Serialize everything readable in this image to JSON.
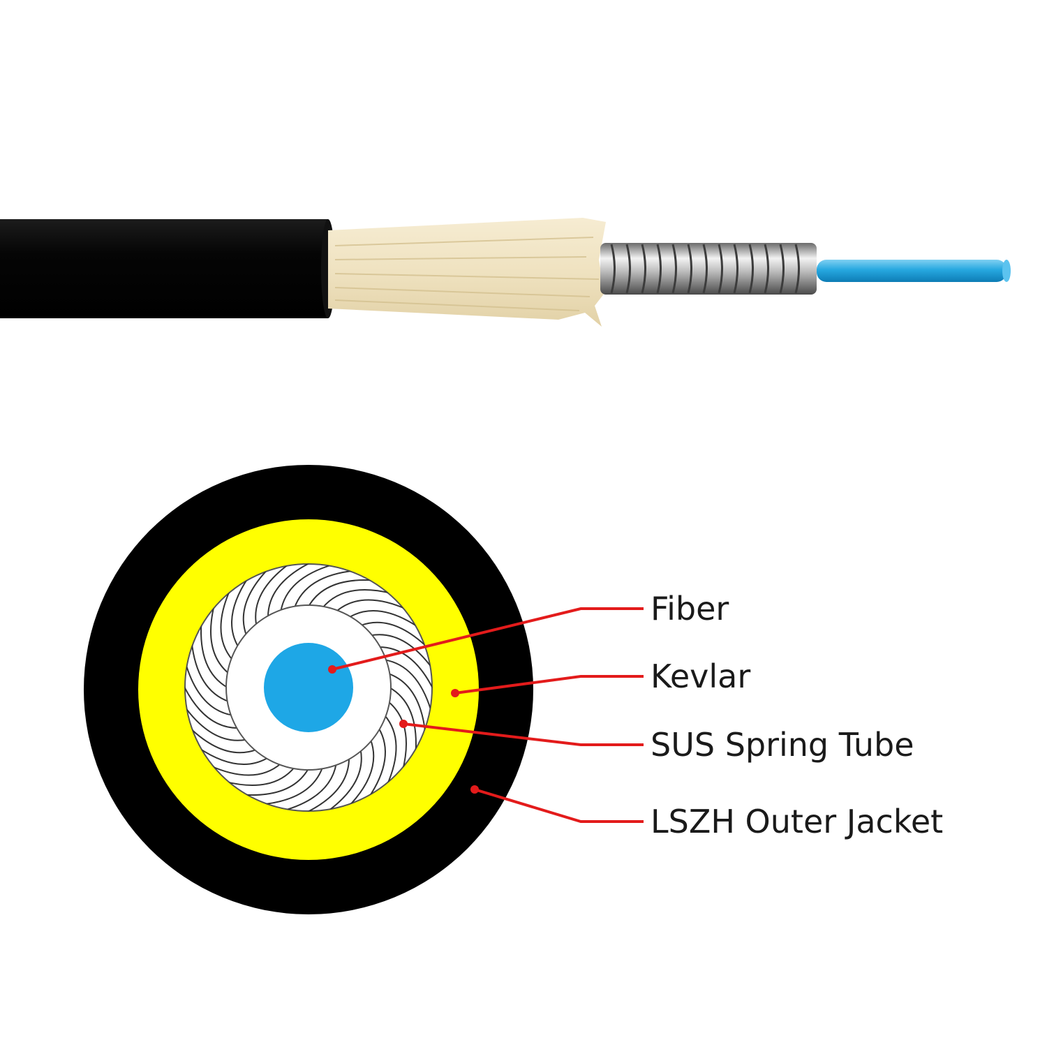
{
  "labels": [
    {
      "id": "fiber",
      "text": "Fiber"
    },
    {
      "id": "kevlar",
      "text": "Kevlar"
    },
    {
      "id": "spring",
      "text": "SUS Spring Tube"
    },
    {
      "id": "jacket",
      "text": "LSZH Outer Jacket"
    }
  ],
  "colors": {
    "jacket": "#000000",
    "kevlar_ring": "#ffff00",
    "kevlar_strands": "#efe3c4",
    "spring_tube": "#9a9a9a",
    "fiber": "#1ea7e6",
    "callout_line": "#e31b1b"
  }
}
